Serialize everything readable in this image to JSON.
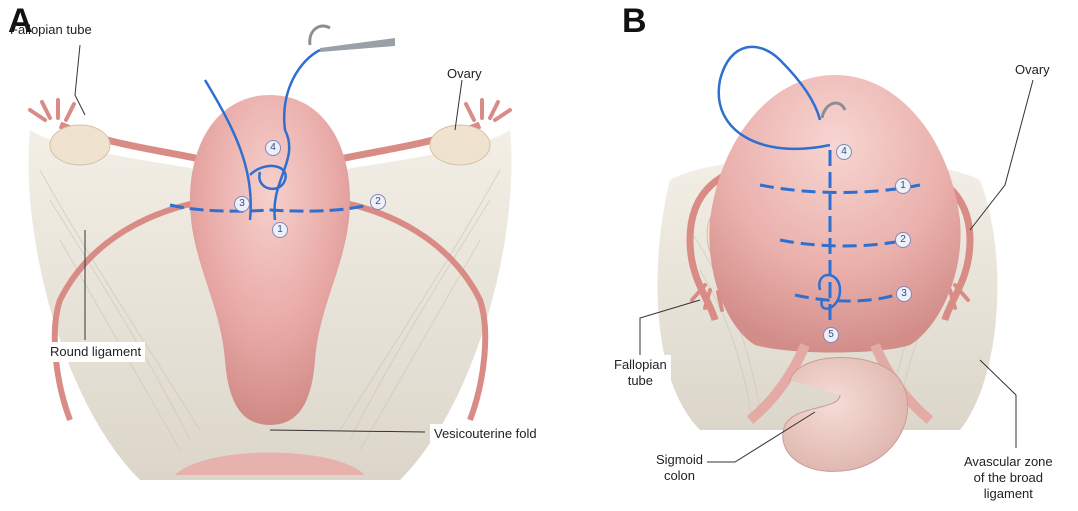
{
  "panel_a": {
    "label": "A",
    "labels": {
      "fallopian_tube": "Fallopian tube",
      "ovary": "Ovary",
      "round_ligament": "Round ligament",
      "vesicouterine_fold": "Vesicouterine fold"
    },
    "suture_numbers": [
      "1",
      "2",
      "3",
      "4"
    ]
  },
  "panel_b": {
    "label": "B",
    "labels": {
      "ovary": "Ovary",
      "fallopian_tube": "Fallopian\ntube",
      "sigmoid_colon": "Sigmoid\ncolon",
      "avascular_zone": "Avascular zone\nof the broad\nligament"
    },
    "suture_numbers": [
      "1",
      "2",
      "3",
      "4",
      "5"
    ]
  },
  "colors": {
    "uterus": "#e8a9a6",
    "ligament": "#ece7dd",
    "suture": "#2f6fd0",
    "tube": "#d98c86"
  }
}
